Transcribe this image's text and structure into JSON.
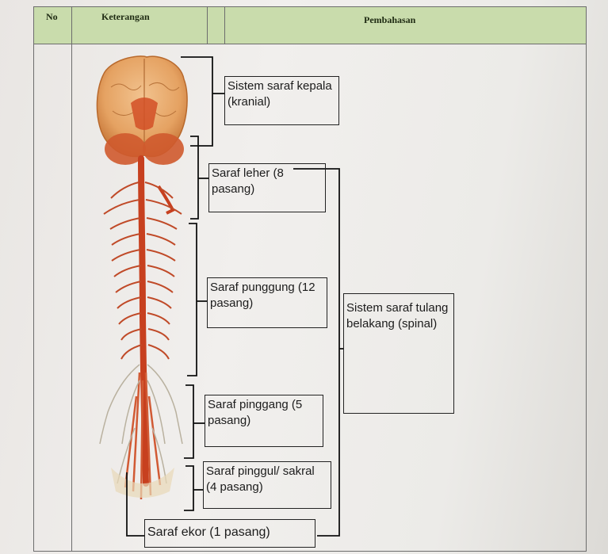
{
  "table": {
    "headers": {
      "no": "No",
      "keterangan": "Keterangan",
      "pembahasan": "Pembahasan"
    }
  },
  "diagram": {
    "labels": {
      "kranial": "Sistem saraf kepala (kranial)",
      "leher": "Saraf leher (8 pasang)",
      "punggung": "Saraf punggung (12 pasang)",
      "pinggang": "Saraf pinggang (5 pasang)",
      "pinggul": "Saraf pinggul/ sakral (4 pasang)",
      "ekor": "Saraf ekor (1 pasang)",
      "spinal": "Sistem saraf tulang belakang (spinal)"
    },
    "colors": {
      "nerve": "#c7401f",
      "brain": "#e7a466",
      "header": "#c9dcac"
    }
  }
}
